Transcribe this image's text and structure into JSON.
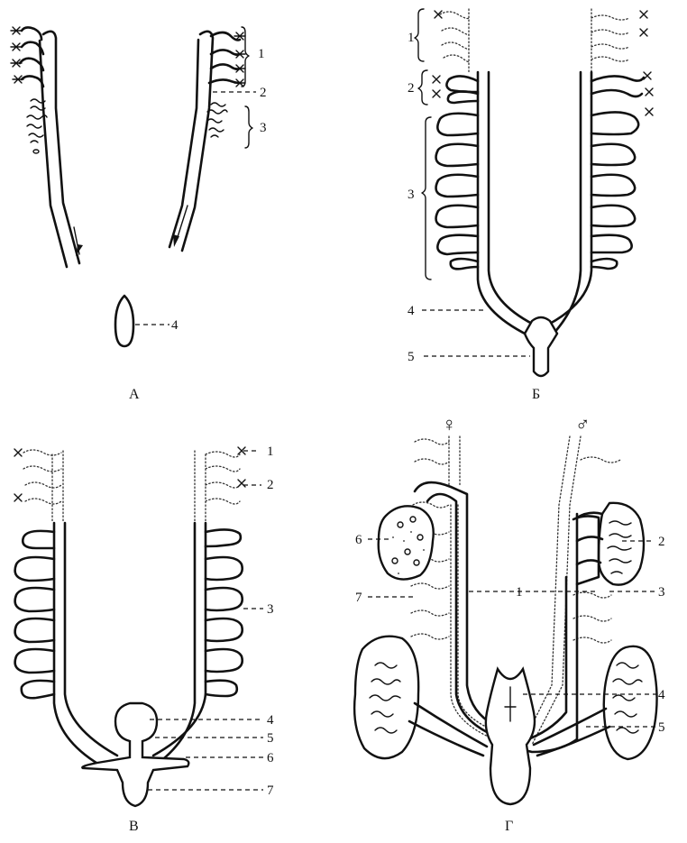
{
  "panels": {
    "A": {
      "caption": "А",
      "labels": {
        "l1": "1",
        "l2": "2",
        "l3": "3",
        "l4": "4"
      }
    },
    "B": {
      "caption": "Б",
      "labels": {
        "l1": "1",
        "l2": "2",
        "l3": "3",
        "l4": "4",
        "l5": "5"
      }
    },
    "V": {
      "caption": "В",
      "labels": {
        "l1": "1",
        "l2": "2",
        "l3": "3",
        "l4": "4",
        "l5": "5",
        "l6": "6",
        "l7": "7"
      }
    },
    "G": {
      "caption": "Г",
      "female_symbol": "♀",
      "male_symbol": "♂",
      "labels": {
        "l1": "1",
        "l2": "2",
        "l3": "3",
        "l4": "4",
        "l5": "5",
        "l6": "6",
        "l7": "7"
      }
    }
  }
}
